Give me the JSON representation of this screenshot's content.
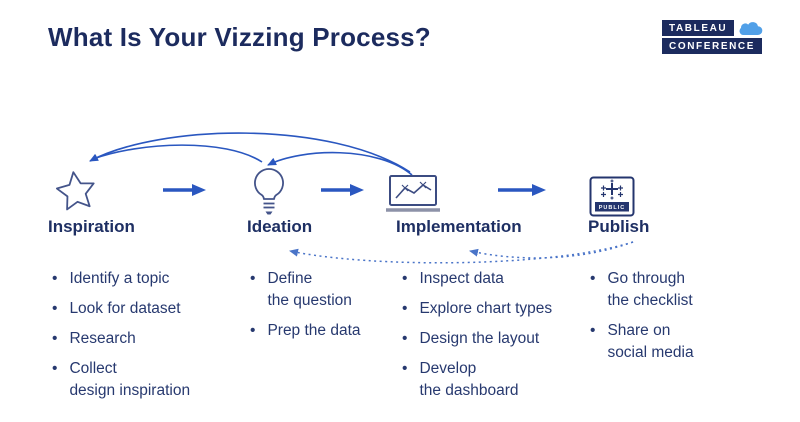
{
  "slide": {
    "title": "What Is Your Vizzing Process?",
    "logo": {
      "line1": "TABLEAU",
      "line2": "CONFERENCE",
      "mark": "cloud-icon"
    }
  },
  "stages": [
    {
      "label": "Inspiration",
      "icon": "star-icon",
      "bullets": [
        "Identify a topic",
        "Look for dataset",
        "Research",
        "Collect\ndesign inspiration"
      ]
    },
    {
      "label": "Ideation",
      "icon": "lightbulb-icon",
      "bullets": [
        "Define\nthe question",
        "Prep the data"
      ]
    },
    {
      "label": "Implementation",
      "icon": "laptop-chart-icon",
      "bullets": [
        "Inspect data",
        "Explore chart types",
        "Design the layout",
        "Develop\nthe dashboard"
      ]
    },
    {
      "label": "Publish",
      "icon": "tableau-public-icon",
      "public_badge": "PUBLIC",
      "bullets": [
        "Go through\nthe checklist",
        "Share on\nsocial media"
      ]
    }
  ],
  "connectors": {
    "solid_forward": [
      "inspiration→ideation",
      "ideation→implementation",
      "implementation→publish"
    ],
    "solid_feedback": [
      "implementation→inspiration",
      "implementation→ideation",
      "ideation→inspiration"
    ],
    "dotted_feedback": [
      "publish→implementation",
      "publish→ideation"
    ]
  },
  "colors": {
    "navy": "#1c2b5e",
    "text_navy": "#27396f",
    "arrow_blue": "#2a57c0",
    "dotted_blue": "#4a74c8",
    "cloud_blue": "#51a0e8",
    "icon_slate": "#44548a",
    "laptop_base_gray": "#8d92a8"
  }
}
